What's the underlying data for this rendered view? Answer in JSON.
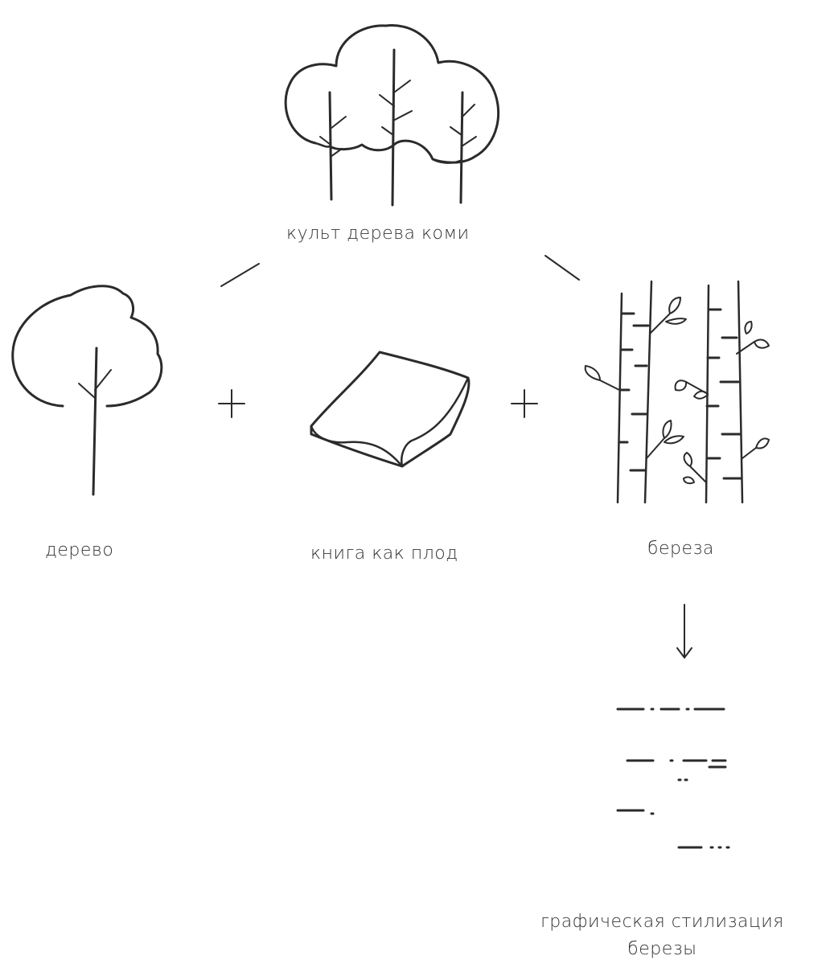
{
  "diagram": {
    "root": {
      "label": "культ дерева  коми",
      "icon": "three-trees-icon"
    },
    "components": [
      {
        "id": "tree",
        "label": "дерево",
        "icon": "tree-icon"
      },
      {
        "id": "book",
        "label": "книга как плод",
        "icon": "book-icon"
      },
      {
        "id": "birch",
        "label": "береза",
        "icon": "birch-trunks-icon"
      }
    ],
    "operators": [
      "+",
      "+"
    ],
    "result": {
      "label_line1": "графическая стилизация",
      "label_line2": "березы",
      "icon": "birch-bark-pattern-icon"
    },
    "connector_icons": [
      "left-connector-line",
      "right-connector-line",
      "down-arrow-icon"
    ]
  }
}
